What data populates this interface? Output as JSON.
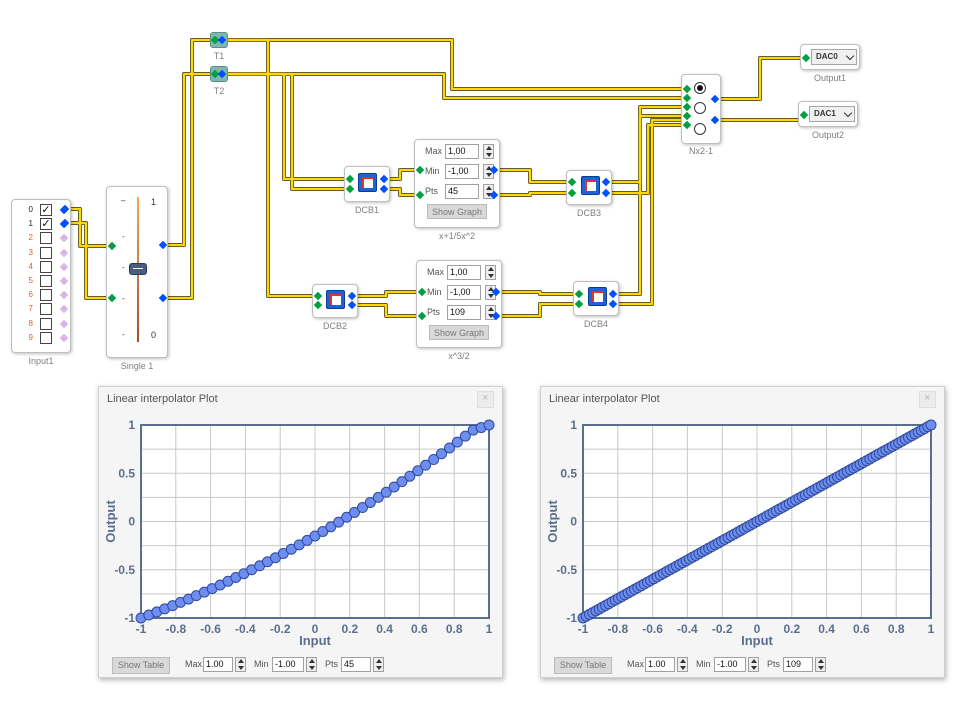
{
  "diagram": {
    "input_block": {
      "label": "Input1",
      "numbers": [
        "0",
        "1",
        "2",
        "3",
        "4",
        "5",
        "6",
        "7",
        "8",
        "9"
      ],
      "checked": [
        true,
        true,
        false,
        false,
        false,
        false,
        false,
        false,
        false,
        false
      ]
    },
    "single_block": {
      "label": "Single 1",
      "top_value": "1",
      "bottom_value": "0",
      "ticks": [
        "–",
        "-",
        "-",
        "-",
        "-"
      ]
    },
    "nodes": {
      "t1": "T1",
      "t2": "T2"
    },
    "dcb": {
      "dcb1": "DCB1",
      "dcb2": "DCB2",
      "dcb3": "DCB3",
      "dcb4": "DCB4"
    },
    "interp_top": {
      "label": "x+1/5x^2",
      "max_label": "Max",
      "max": "1,00",
      "min_label": "Min",
      "min": "-1,00",
      "pts_label": "Pts",
      "pts": "45",
      "button": "Show Graph"
    },
    "interp_bottom": {
      "label": "x^3/2",
      "max_label": "Max",
      "max": "1,00",
      "min_label": "Min",
      "min": "-1,00",
      "pts_label": "Pts",
      "pts": "109",
      "button": "Show Graph"
    },
    "mux": {
      "label": "Nx2-1"
    },
    "out1": {
      "value": "DAC0",
      "label": "Output1"
    },
    "out2": {
      "value": "DAC1",
      "label": "Output2"
    },
    "icons": {
      "dcb": "dcb-icon",
      "radio": "radio-icon",
      "chevron": "chevron-down-icon",
      "close": "close-icon"
    }
  },
  "plots": [
    {
      "title": "Linear interpolator Plot",
      "show_table": "Show Table",
      "max_label": "Max",
      "max": "1.00",
      "min_label": "Min",
      "min": "-1.00",
      "pts_label": "Pts",
      "pts": "45",
      "xlabel": "Input",
      "ylabel": "Output"
    },
    {
      "title": "Linear interpolator Plot",
      "show_table": "Show Table",
      "max_label": "Max",
      "max": "1.00",
      "min_label": "Min",
      "min": "-1.00",
      "pts_label": "Pts",
      "pts": "109",
      "xlabel": "Input",
      "ylabel": "Output"
    }
  ],
  "chart_data": [
    {
      "type": "scatter",
      "xlabel": "Input",
      "ylabel": "Output",
      "xlim": [
        -1,
        1
      ],
      "ylim": [
        -1,
        1
      ],
      "xticks": [
        "-1",
        "-0.8",
        "-0.6",
        "-0.4",
        "-0.2",
        "0",
        "0.2",
        "0.4",
        "0.6",
        "0.8",
        "1"
      ],
      "yticks": [
        "1",
        "0.5",
        "0",
        "-0.5",
        "-1"
      ],
      "grid": true,
      "n_points": 45,
      "function": "x+1/5x^2 (normalized)",
      "x": [
        -1,
        -0.955,
        -0.909,
        -0.864,
        -0.818,
        -0.773,
        -0.727,
        -0.682,
        -0.636,
        -0.591,
        -0.545,
        -0.5,
        -0.455,
        -0.409,
        -0.364,
        -0.318,
        -0.273,
        -0.227,
        -0.182,
        -0.136,
        -0.091,
        -0.045,
        0,
        0.045,
        0.091,
        0.136,
        0.182,
        0.227,
        0.273,
        0.318,
        0.364,
        0.409,
        0.455,
        0.5,
        0.545,
        0.591,
        0.636,
        0.682,
        0.727,
        0.773,
        0.818,
        0.864,
        0.909,
        0.955,
        1
      ],
      "y": [
        -1,
        -0.969,
        -0.937,
        -0.905,
        -0.872,
        -0.838,
        -0.804,
        -0.768,
        -0.732,
        -0.695,
        -0.658,
        -0.619,
        -0.58,
        -0.541,
        -0.5,
        -0.459,
        -0.417,
        -0.375,
        -0.331,
        -0.287,
        -0.242,
        -0.196,
        -0.15,
        -0.103,
        -0.055,
        -0.006,
        0.044,
        0.094,
        0.145,
        0.197,
        0.25,
        0.303,
        0.358,
        0.413,
        0.469,
        0.526,
        0.584,
        0.642,
        0.702,
        0.762,
        0.823,
        0.885,
        0.947,
        0.973,
        1
      ]
    },
    {
      "type": "scatter",
      "xlabel": "Input",
      "ylabel": "Output",
      "xlim": [
        -1,
        1
      ],
      "ylim": [
        -1,
        1
      ],
      "xticks": [
        "-1",
        "-0.8",
        "-0.6",
        "-0.4",
        "-0.2",
        "0",
        "0.2",
        "0.4",
        "0.6",
        "0.8",
        "1"
      ],
      "yticks": [
        "1",
        "0.5",
        "0",
        "-0.5",
        "-1"
      ],
      "grid": true,
      "n_points": 109,
      "function": "linear y = x",
      "x_start": -1,
      "x_end": 1,
      "y_start": -1,
      "y_end": 1
    }
  ]
}
